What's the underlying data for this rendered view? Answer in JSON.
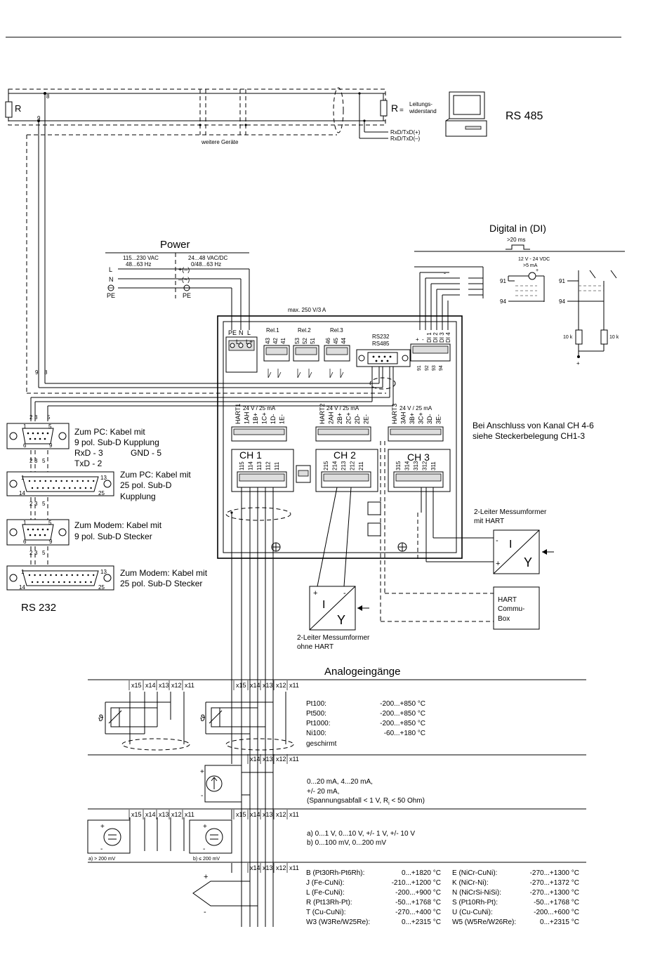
{
  "rs485": {
    "title": "RS 485",
    "resistor_left": "R",
    "resistor_right": "R",
    "resistor_eq": "=",
    "resistor_desc_1": "Leitungs-",
    "resistor_desc_2": "widerstand",
    "rxd_plus": "RxD/TxD(+)",
    "rxd_minus": "RxD/TxD(–)",
    "more_devices": "weitere Geräte",
    "wire_8": "8",
    "wire_9": "9"
  },
  "power": {
    "title": "Power",
    "ac_range": "115...230 VAC",
    "ac_freq": "48...63 Hz",
    "dc_range": "24...48 VAC/DC",
    "dc_freq": "0/48...63 Hz",
    "L": "L",
    "N": "N",
    "PE": "PE",
    "plus": "+(–)",
    "minus": "–(~)",
    "max": "max. 250 V/3 A"
  },
  "digital": {
    "title": "Digital in (DI)",
    "pulse": ">20 ms",
    "volt": "12 V - 24 VDC",
    "current": ">5 mA",
    "t91": "91",
    "t94": "94",
    "r10k": "10 k",
    "labels": [
      "DI 1",
      "DI 2",
      "DI 3",
      "DI 4"
    ],
    "pins": [
      "91",
      "92",
      "93",
      "94"
    ],
    "plus": "+",
    "minus": "-"
  },
  "device": {
    "pe": "PE",
    "n": "N",
    "l": "L",
    "lminus": "L-",
    "lplus": "L+",
    "rel1": "Rel.1",
    "rel2": "Rel.2",
    "rel3": "Rel.3",
    "rel1_pins": [
      "43",
      "42",
      "41"
    ],
    "rel2_pins": [
      "53",
      "52",
      "51"
    ],
    "rel3_pins": [
      "46",
      "45",
      "44"
    ],
    "rs232": "RS232",
    "rs485": "RS485",
    "supply": "24 V / 25 mA",
    "ch1": "CH 1",
    "ch2": "CH 2",
    "ch3": "CH 3",
    "ch1_top": [
      "HART1",
      "1AH",
      "1B+",
      "1C+",
      "1D-",
      "1E-"
    ],
    "ch2_top": [
      "HART2",
      "2AH",
      "2B+",
      "2C+",
      "2D-",
      "2E-"
    ],
    "ch3_top": [
      "HART3",
      "3AH",
      "3B+",
      "3C+",
      "3D-",
      "3E-"
    ],
    "ch1_bot": [
      "115",
      "114",
      "113",
      "112",
      "111"
    ],
    "ch2_bot": [
      "215",
      "214",
      "213",
      "212",
      "211"
    ],
    "ch3_bot": [
      "315",
      "314",
      "313",
      "312",
      "311"
    ],
    "note_1": "Bei Anschluss von Kanal CH 4-6",
    "note_2": "siehe Steckerbelegung CH1-3"
  },
  "rs232": {
    "title": "RS 232",
    "pc9_1": "Zum PC: Kabel mit",
    "pc9_2": "9 pol. Sub-D Kupplung",
    "pc9_3": "RxD - 3",
    "pc9_4": "GND - 5",
    "pc9_5": "TxD - 2",
    "pc25_1": "Zum PC: Kabel mit",
    "pc25_2": "25 pol. Sub-D",
    "pc25_3": "Kupplung",
    "mod9_1": "Zum Modem: Kabel mit",
    "mod9_2": "9 pol. Sub-D Stecker",
    "mod25_1": "Zum Modem: Kabel mit",
    "mod25_2": "25 pol. Sub-D Stecker",
    "pins_235": [
      "2",
      "3",
      "5"
    ],
    "d9_1": "1",
    "d9_5": "5",
    "d9_6": "6",
    "d9_9": "9",
    "d25_1": "1",
    "d25_13": "13",
    "d25_14": "14",
    "d25_25": "25"
  },
  "transmitter": {
    "with_hart_1": "2-Leiter Messumformer",
    "with_hart_2": "mit HART",
    "without_hart_1": "2-Leiter Messumformer",
    "without_hart_2": "ohne HART",
    "I": "I",
    "Y": "Y",
    "plus": "+",
    "minus": "-",
    "hart_box_1": "HART",
    "hart_box_2": "Commu-",
    "hart_box_3": "Box"
  },
  "analog": {
    "title": "Analogeingänge",
    "x_labels": [
      "x15",
      "x14",
      "x13",
      "x12",
      "x11"
    ],
    "rtd_rows": [
      [
        "Pt100:",
        "-200...+850 °C"
      ],
      [
        "Pt500:",
        "-200...+850 °C"
      ],
      [
        "Pt1000:",
        "-200...+850 °C"
      ],
      [
        "Ni100:",
        "-60...+180 °C"
      ]
    ],
    "shielded": "geschirmt",
    "current_1": "0...20 mA, 4...20 mA,",
    "current_2": "+/- 20 mA,",
    "current_3": "(Spannungsabfall < 1 V, R",
    "current_3_sub": "i",
    "current_3_end": " < 50 Ohm)",
    "volt_a": "a) 0...1 V, 0...10 V, +/- 1 V, +/- 10 V",
    "volt_b": "b) 0...100 mV, 0...200 mV",
    "volt_lbl_a": "a) > 200 mV",
    "volt_lbl_b": "b) ≤ 200 mV",
    "theta": "ϑ",
    "tc_left": [
      [
        "B (Pt30Rh-Pt6Rh):",
        "0...+1820 °C"
      ],
      [
        "J (Fe-CuNi):",
        "-210...+1200 °C"
      ],
      [
        "L (Fe-CuNi):",
        "-200...+900 °C"
      ],
      [
        "R (Pt13Rh-Pt):",
        "-50...+1768 °C"
      ],
      [
        "T (Cu-CuNi):",
        "-270...+400 °C"
      ],
      [
        "W3 (W3Re/W25Re):",
        "0...+2315 °C"
      ]
    ],
    "tc_right": [
      [
        "E (NiCr-CuNi):",
        "-270...+1300 °C"
      ],
      [
        "K (NiCr-Ni):",
        "-270...+1372 °C"
      ],
      [
        "N (NiCrSi-NiSi):",
        "-270...+1300 °C"
      ],
      [
        "S (Pt10Rh-Pt):",
        "-50...+1768 °C"
      ],
      [
        "U (Cu-CuNi):",
        "-200...+600 °C"
      ],
      [
        "W5 (W5Re/W26Re):",
        "0...+2315 °C"
      ]
    ]
  }
}
